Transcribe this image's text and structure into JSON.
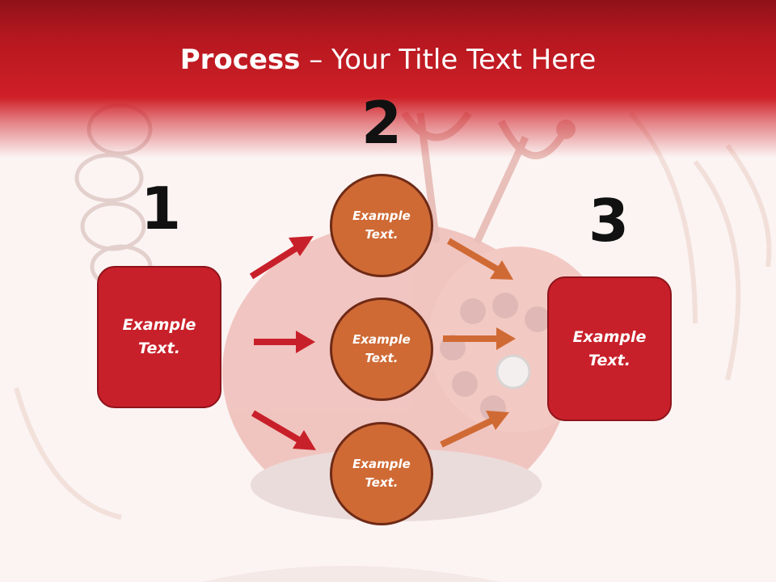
{
  "title": {
    "bold": "Process",
    "rest": " – Your Title Text Here"
  },
  "steps": {
    "one": "1",
    "two": "2",
    "three": "3"
  },
  "left_box": {
    "line1": "Example",
    "line2": "Text."
  },
  "right_box": {
    "line1": "Example",
    "line2": "Text."
  },
  "circles": [
    {
      "line1": "Example",
      "line2": "Text."
    },
    {
      "line1": "Example",
      "line2": "Text."
    },
    {
      "line1": "Example",
      "line2": "Text."
    }
  ],
  "colors": {
    "header_red": "#cf1f27",
    "box_red": "#c8202a",
    "circle_orange": "#cf6a35",
    "arrow_red": "#c8202a",
    "arrow_orange": "#d06a35"
  }
}
